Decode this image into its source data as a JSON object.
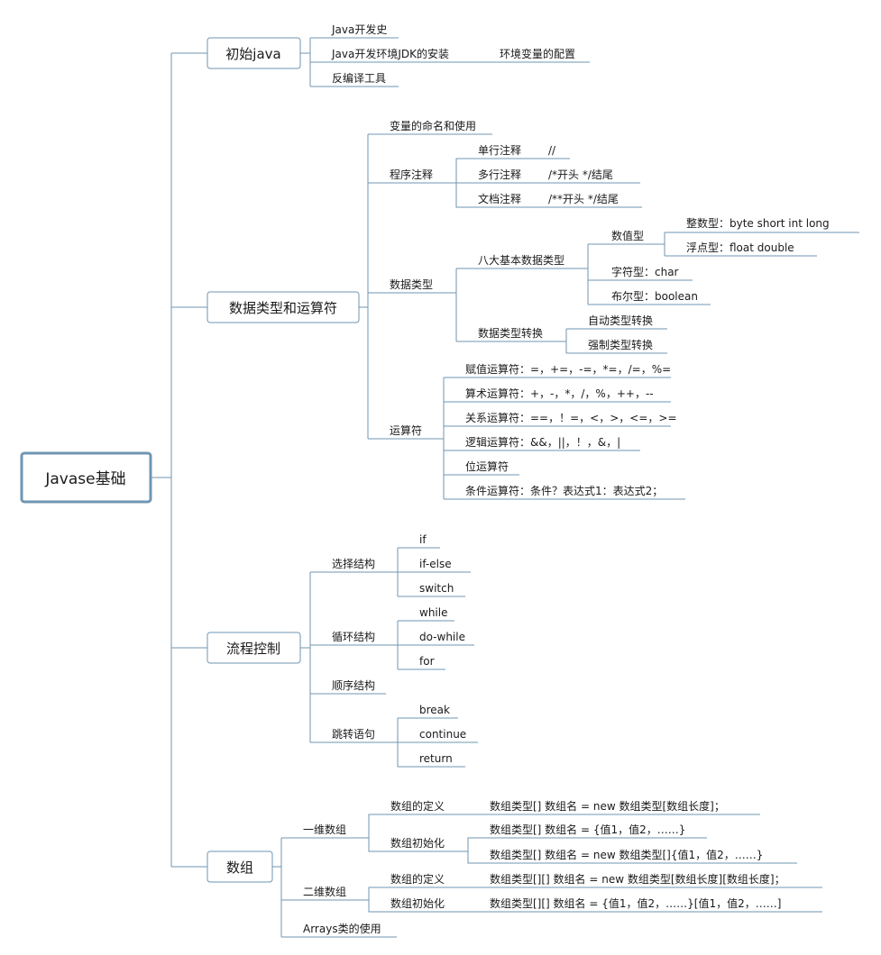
{
  "root": {
    "label": "Javase基础"
  },
  "topics": {
    "intro": {
      "label": "初始java",
      "history": "Java开发史",
      "jdk_install": "Java开发环境JDK的安装",
      "env_config": "环境变量的配置",
      "decompiler": "反编译工具"
    },
    "types": {
      "label": "数据类型和运算符",
      "var_naming": "变量的命名和使用",
      "comments": {
        "label": "程序注释",
        "single": "单行注释",
        "single_syntax": "//",
        "multi": "多行注释",
        "multi_syntax": "/*开头 */结尾",
        "doc": "文档注释",
        "doc_syntax": "/**开头 */结尾"
      },
      "datatypes": {
        "label": "数据类型",
        "primitive": {
          "label": "八大基本数据类型",
          "numeric": "数值型",
          "integer": "整数型：byte short int long",
          "float": "浮点型：float double",
          "char": "字符型：char",
          "boolean": "布尔型：boolean"
        },
        "conversion": {
          "label": "数据类型转换",
          "auto": "自动类型转换",
          "forced": "强制类型转换"
        }
      },
      "operators": {
        "label": "运算符",
        "assign": "赋值运算符：=，+=，-=，*=，/=，%=",
        "arith": "算术运算符：+，-，*，/，%，++，--",
        "relational": "关系运算符：==，！=，<，>，<=，>=",
        "logical": "逻辑运算符：&&，||，！，&，|",
        "bitwise": "位运算符",
        "ternary": "条件运算符：条件？表达式1：表达式2；"
      }
    },
    "flow": {
      "label": "流程控制",
      "selection": {
        "label": "选择结构",
        "if": "if",
        "if_else": "if-else",
        "switch": "switch"
      },
      "loop": {
        "label": "循环结构",
        "while": "while",
        "do_while": "do-while",
        "for": "for"
      },
      "sequence": {
        "label": "顺序结构"
      },
      "jump": {
        "label": "跳转语句",
        "break": "break",
        "continue": "continue",
        "return": "return"
      }
    },
    "arrays": {
      "label": "数组",
      "one_dim": {
        "label": "一维数组",
        "def": "数组的定义",
        "def_syntax": "数组类型[] 数组名 = new 数组类型[数组长度]；",
        "init": "数组初始化",
        "init_a": "数组类型[] 数组名 = {值1，值2，……}",
        "init_b": "数组类型[] 数组名 = new 数组类型[]{值1，值2，……}"
      },
      "two_dim": {
        "label": "二维数组",
        "def": "数组的定义",
        "def_syntax": "数组类型[][] 数组名 = new 数组类型[数组长度][数组长度]；",
        "init": "数组初始化",
        "init_syntax": "数组类型[][] 数组名 = {值1，值2，……}[值1，值2，……]"
      },
      "arrays_class": {
        "label": "Arrays类的使用"
      }
    }
  }
}
